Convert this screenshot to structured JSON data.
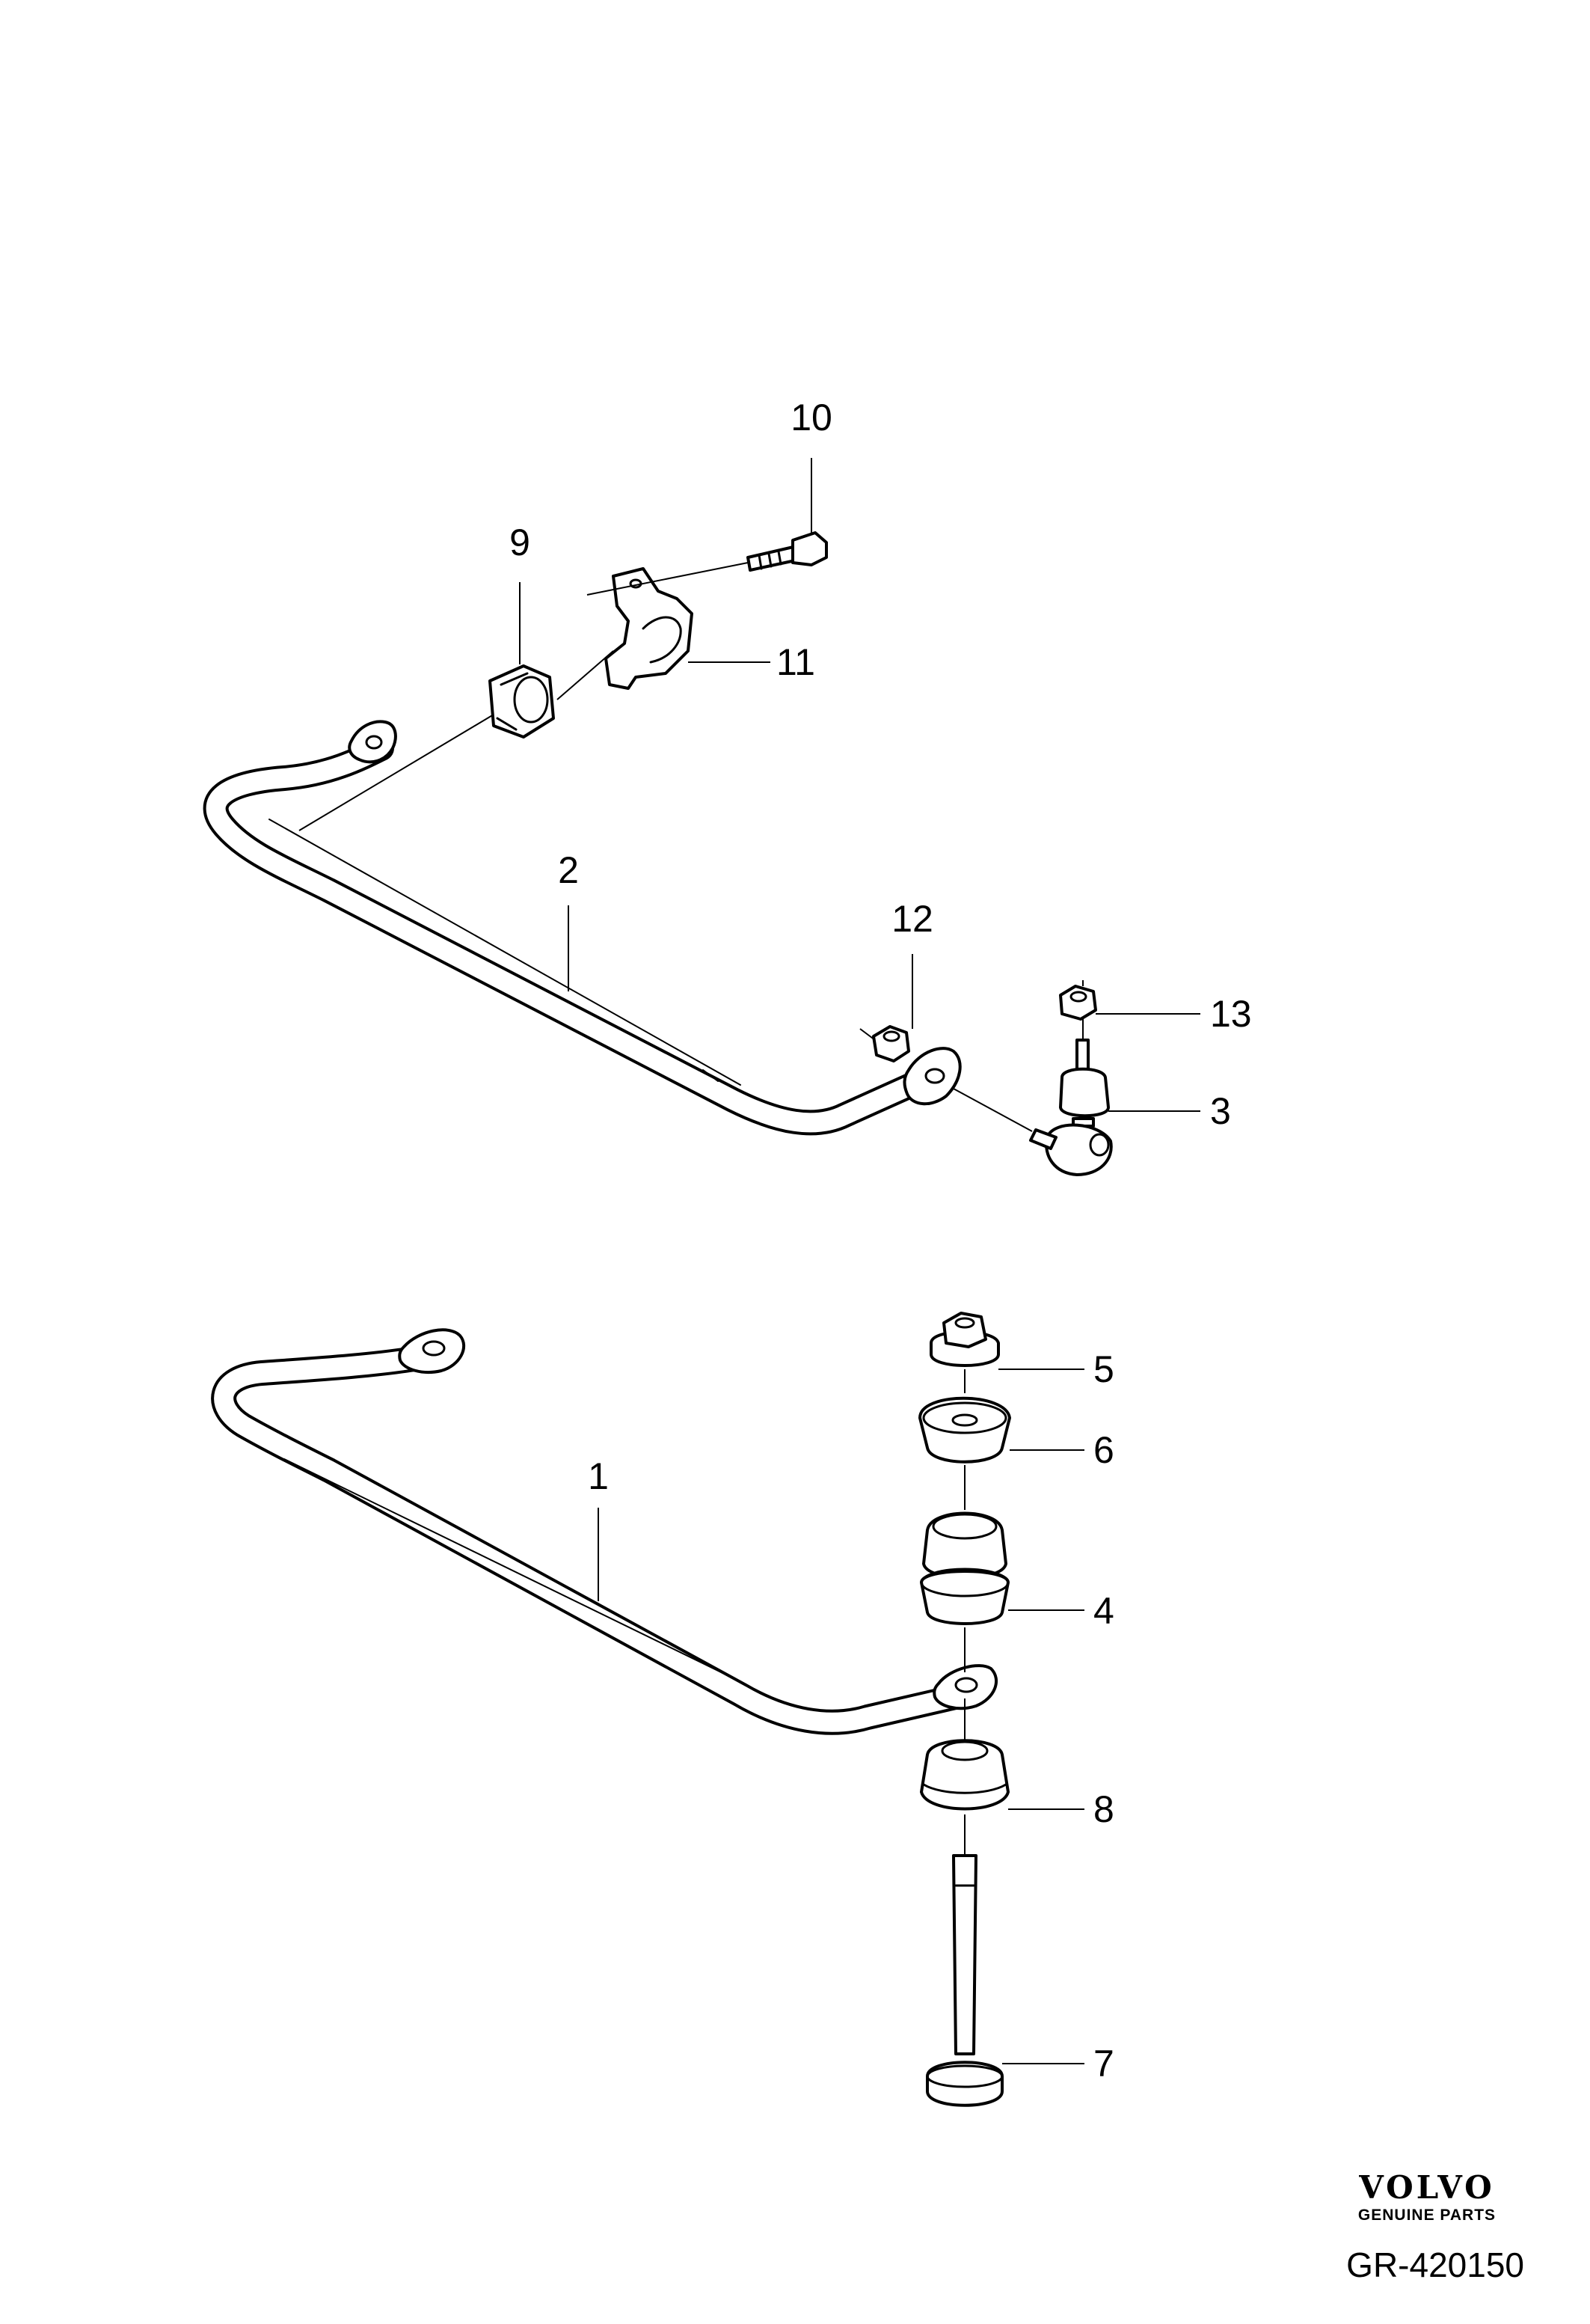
{
  "callouts": [
    {
      "id": "1",
      "label": "1"
    },
    {
      "id": "2",
      "label": "2"
    },
    {
      "id": "3",
      "label": "3"
    },
    {
      "id": "4",
      "label": "4"
    },
    {
      "id": "5",
      "label": "5"
    },
    {
      "id": "6",
      "label": "6"
    },
    {
      "id": "7",
      "label": "7"
    },
    {
      "id": "8",
      "label": "8"
    },
    {
      "id": "9",
      "label": "9"
    },
    {
      "id": "10",
      "label": "10"
    },
    {
      "id": "11",
      "label": "11"
    },
    {
      "id": "12",
      "label": "12"
    },
    {
      "id": "13",
      "label": "13"
    }
  ],
  "branding": {
    "logo_text": "VOLVO",
    "subtitle": "GENUINE PARTS"
  },
  "diagram_reference": "GR-420150"
}
